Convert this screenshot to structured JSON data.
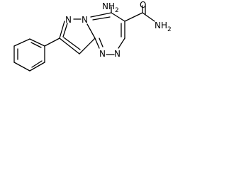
{
  "molecule": {
    "atom_labels": {
      "amino_group": "NH",
      "amino_subscript": "2",
      "carbonyl_oxygen": "O",
      "amide_group": "NH",
      "amide_subscript": "2",
      "pyrazole_n1": "N",
      "bridgehead_n": "N",
      "triazine_n2": "N",
      "triazine_n1": "N"
    },
    "colors": {
      "bond": "#000000",
      "label": "#000000",
      "background": "#ffffff"
    }
  }
}
